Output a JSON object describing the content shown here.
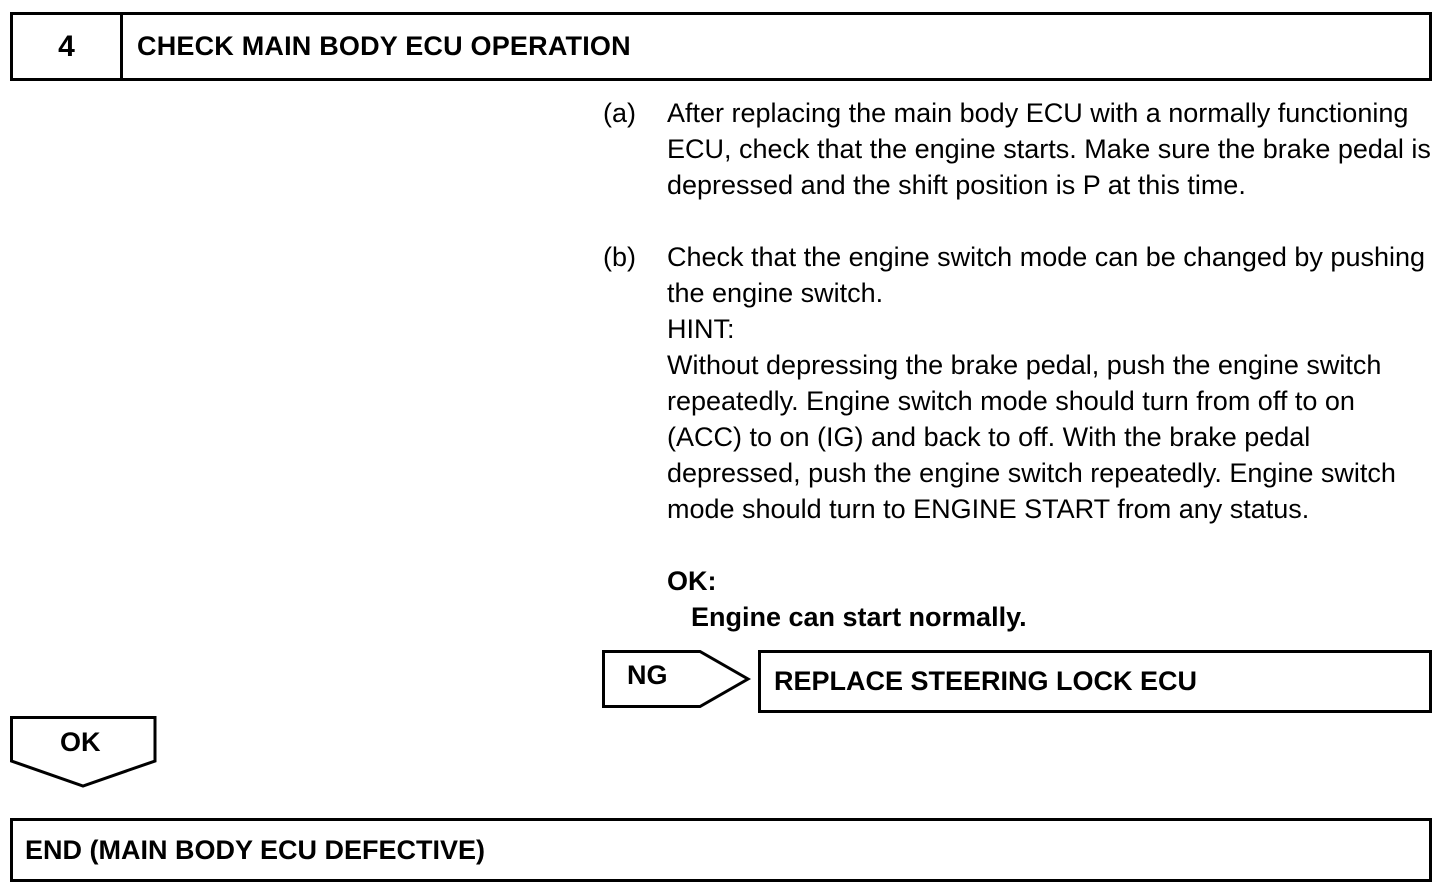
{
  "step": {
    "number": "4",
    "title": "CHECK MAIN BODY ECU OPERATION"
  },
  "items": {
    "a": {
      "marker": "(a)",
      "text": "After replacing the main body ECU with a normally functioning ECU, check that the engine starts. Make sure the brake pedal is depressed and the shift position is P at this time."
    },
    "b": {
      "marker": "(b)",
      "text": "Check that the engine switch mode can be changed by pushing the engine switch."
    }
  },
  "hint": {
    "label": "HINT:",
    "text": "Without depressing the brake pedal, push the engine switch repeatedly. Engine switch mode should turn from off to on (ACC) to on (IG) and back to off. With the brake pedal depressed, push the engine switch repeatedly. Engine switch mode should turn to ENGINE START from any status."
  },
  "standard": {
    "label": "OK:",
    "result": "Engine can start normally."
  },
  "ng_branch": {
    "label": "NG",
    "action": "REPLACE STEERING LOCK ECU"
  },
  "ok_branch": {
    "label": "OK"
  },
  "end": {
    "text": "END (MAIN BODY ECU DEFECTIVE)"
  }
}
